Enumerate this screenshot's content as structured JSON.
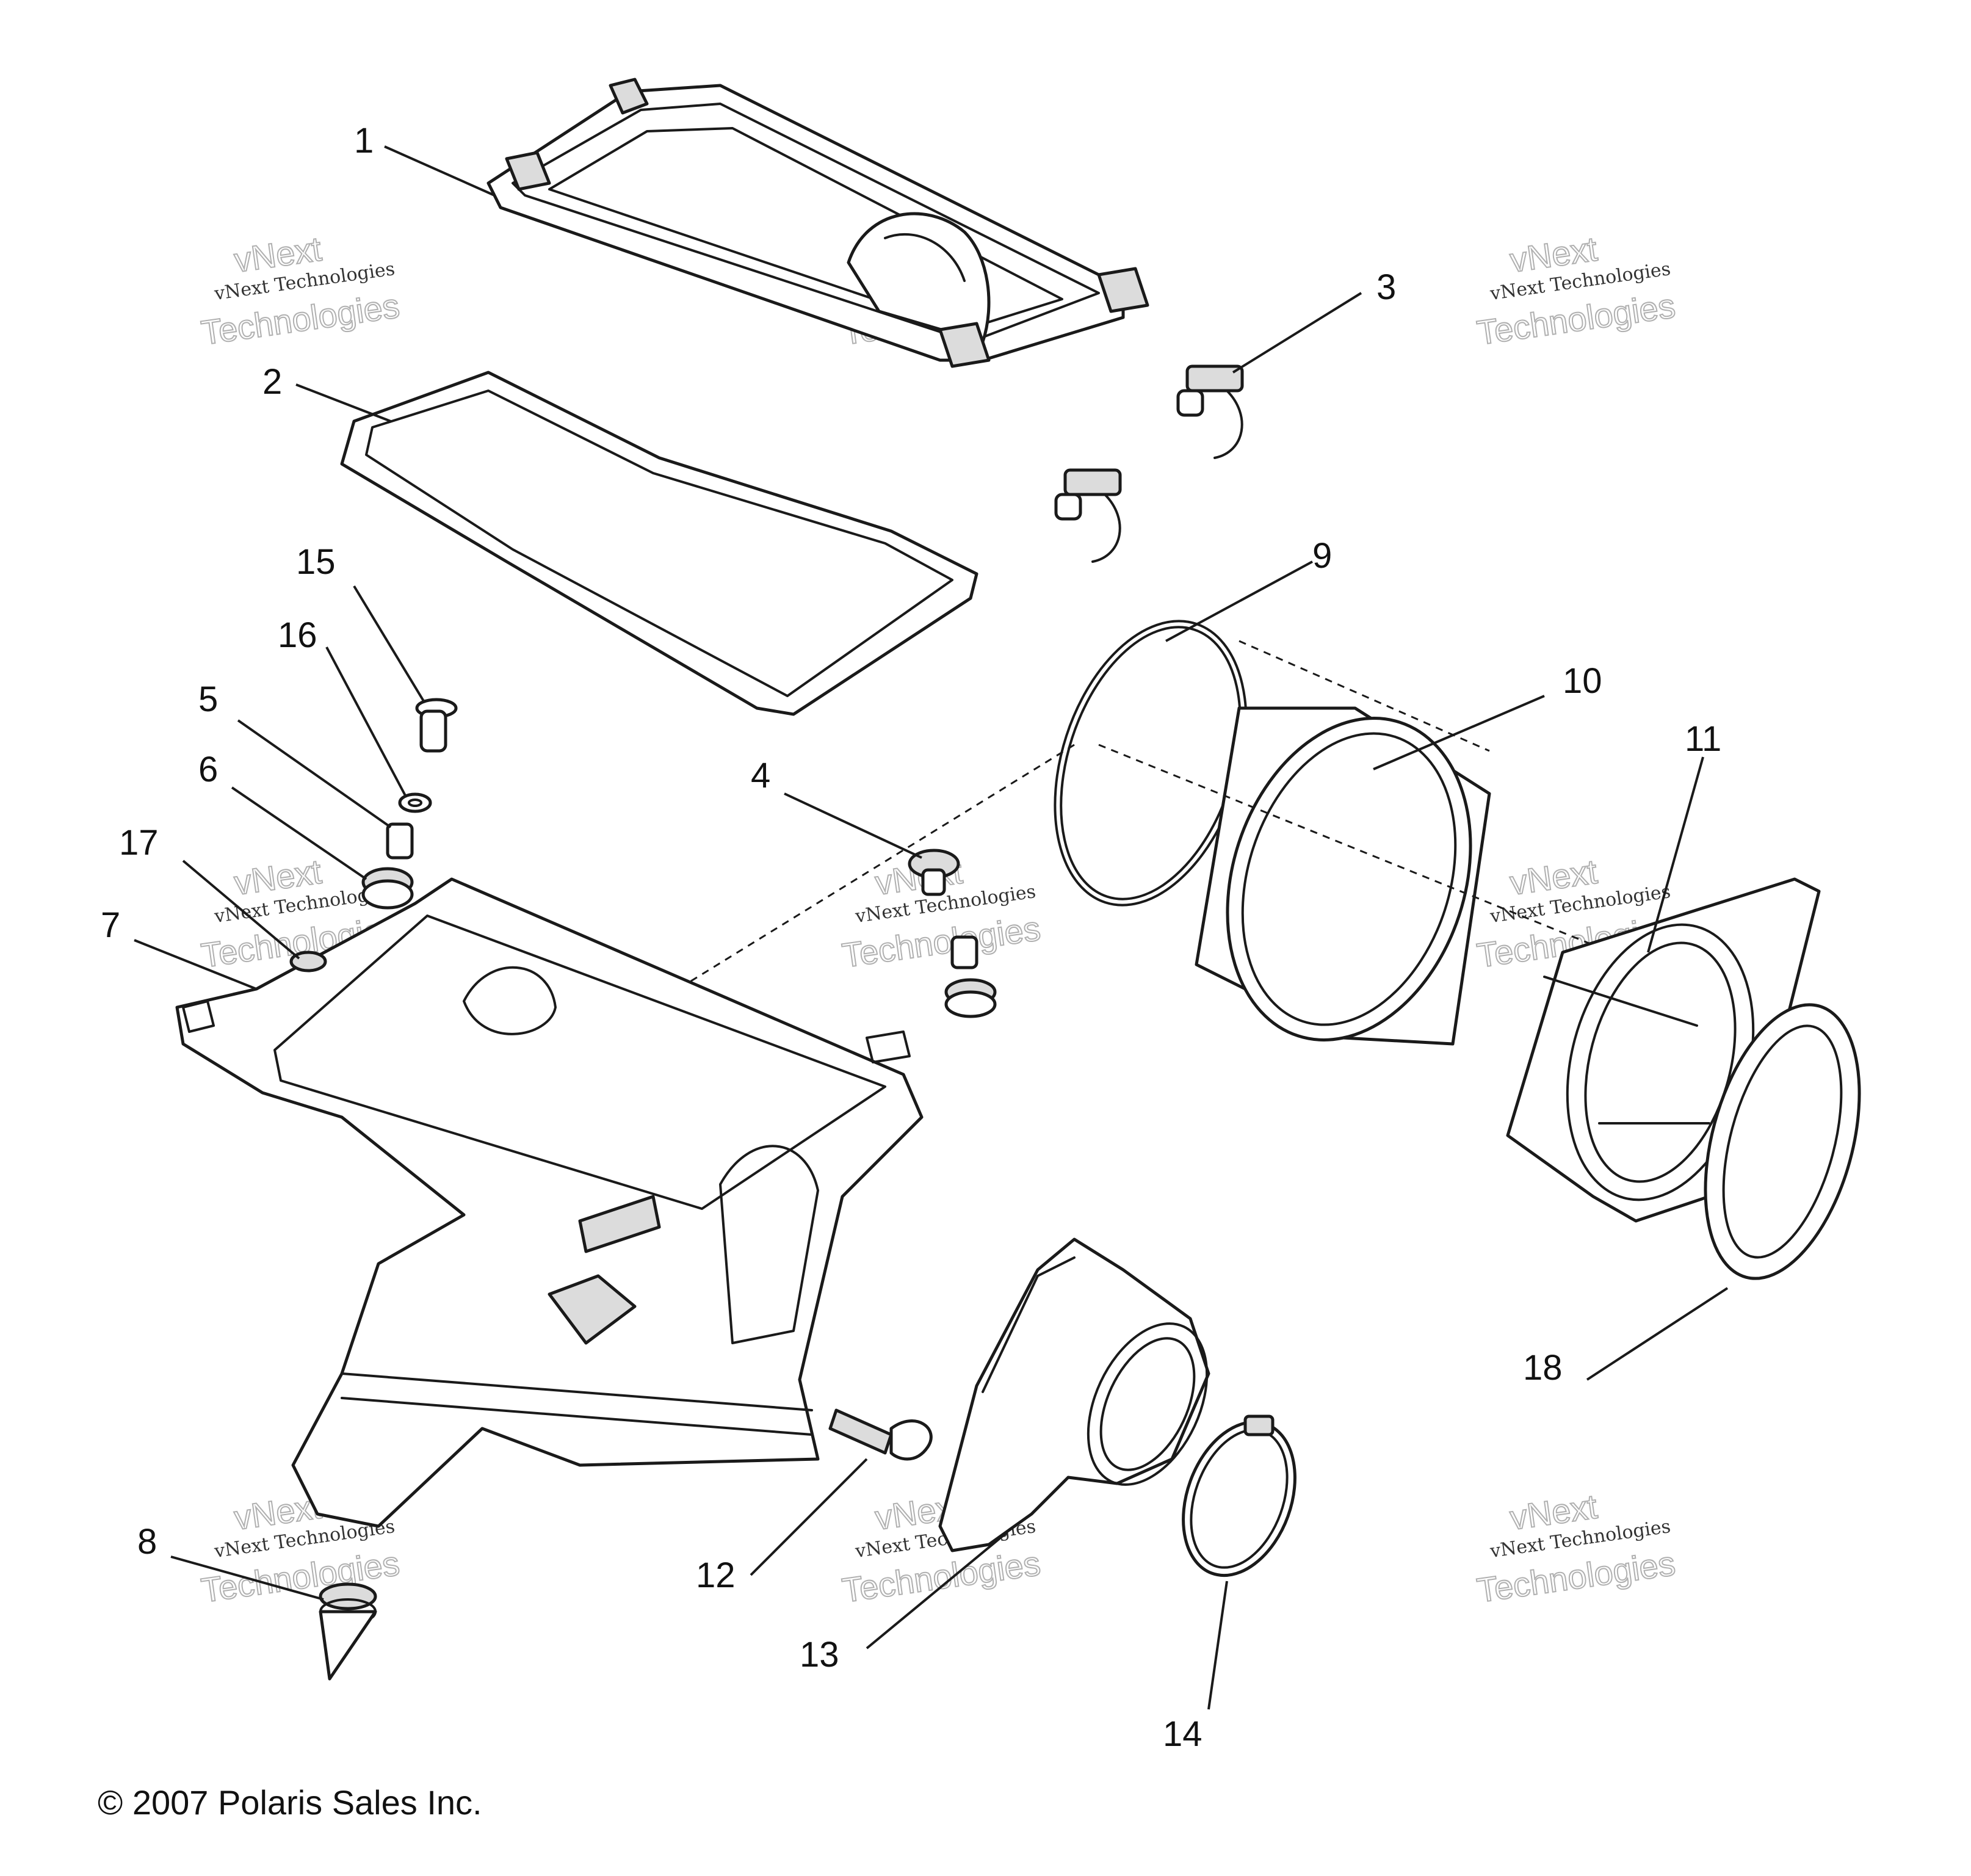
{
  "callouts": [
    "1",
    "2",
    "3",
    "4",
    "5",
    "6",
    "7",
    "8",
    "9",
    "10",
    "11",
    "12",
    "13",
    "14",
    "15",
    "16",
    "17",
    "18"
  ],
  "watermark": {
    "line1": "vNext Technologies",
    "line2": "vNext",
    "line3": "Technologies"
  },
  "copyright": "© 2007 Polaris Sales Inc."
}
